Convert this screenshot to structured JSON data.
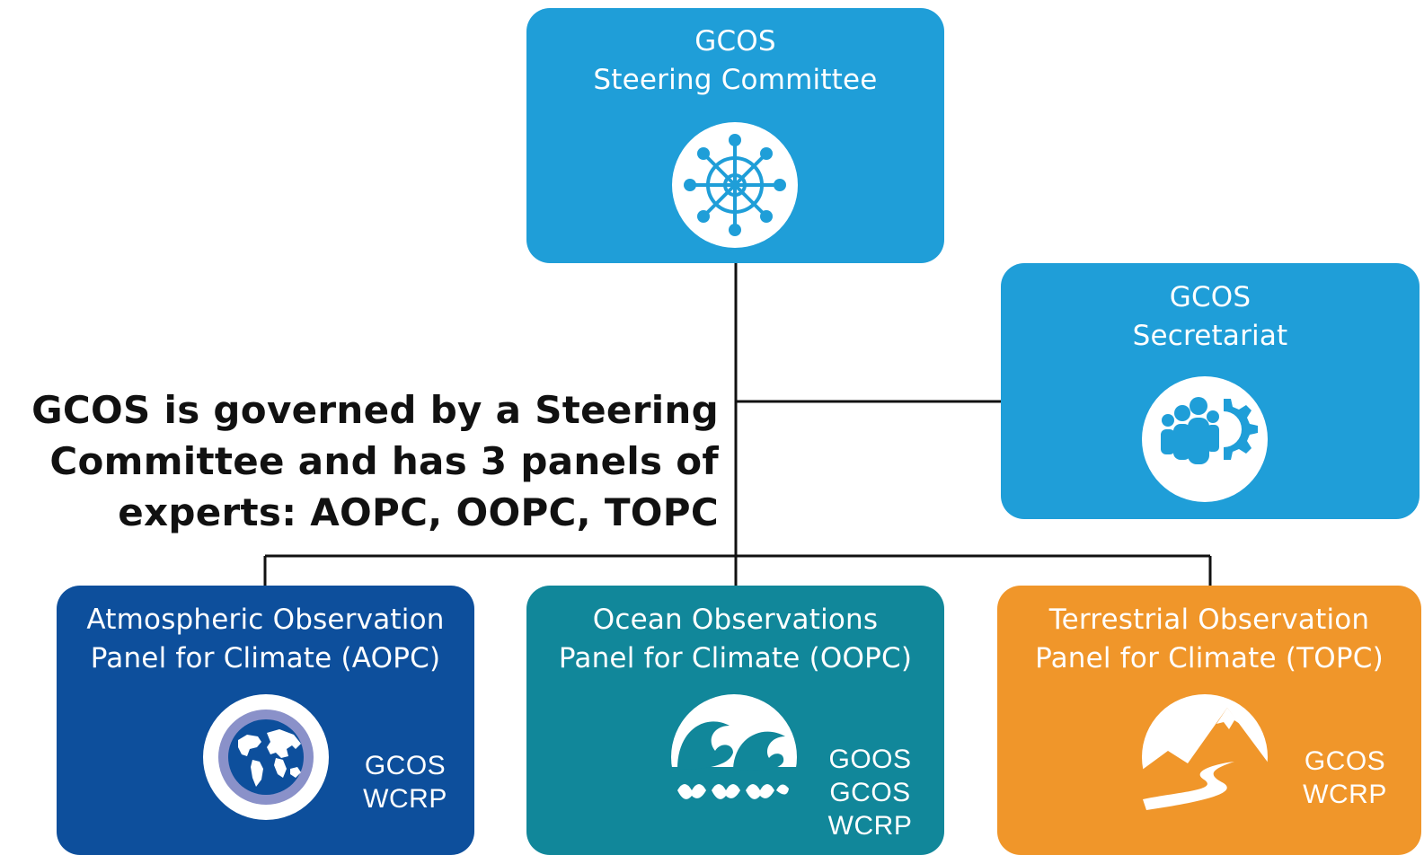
{
  "headline": {
    "lines": [
      "GCOS is governed by a Steering",
      "Committee and has 3 panels of",
      "experts: AOPC, OOPC, TOPC"
    ]
  },
  "steering_committee": {
    "title_lines": [
      "GCOS",
      "Steering Committee"
    ],
    "color": "#1f9ed8",
    "icon": "ship-wheel-icon"
  },
  "secretariat": {
    "title_lines": [
      "GCOS",
      "Secretariat"
    ],
    "color": "#1f9ed8",
    "icon": "people-gear-icon"
  },
  "panels": [
    {
      "title_lines": [
        "Atmospheric Observation",
        "Panel for Climate (AOPC)"
      ],
      "color": "#0d4f9c",
      "icon": "globe-icon",
      "affiliations": [
        "GCOS",
        "WCRP"
      ]
    },
    {
      "title_lines": [
        "Ocean Observations",
        "Panel for Climate (OOPC)"
      ],
      "color": "#11879a",
      "icon": "waves-icon",
      "affiliations": [
        "GOOS",
        "GCOS",
        "WCRP"
      ]
    },
    {
      "title_lines": [
        "Terrestrial Observation",
        "Panel for Climate (TOPC)"
      ],
      "color": "#f0962a",
      "icon": "mountain-river-icon",
      "affiliations": [
        "GCOS",
        "WCRP"
      ]
    }
  ],
  "connector_color": "#111111"
}
